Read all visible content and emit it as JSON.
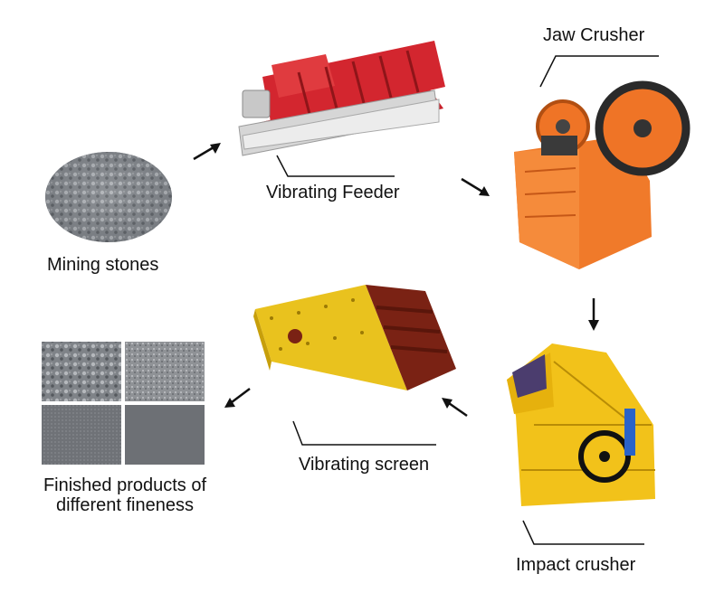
{
  "labels": {
    "mining_stones": "Mining stones",
    "vibrating_feeder": "Vibrating Feeder",
    "jaw_crusher": "Jaw Crusher",
    "impact_crusher": "Impact crusher",
    "vibrating_screen": "Vibrating screen",
    "finished_products": "Finished products of different fineness"
  },
  "flow": [
    "Mining stones",
    "Vibrating Feeder",
    "Jaw Crusher",
    "Impact crusher",
    "Vibrating screen",
    "Finished products of different fineness"
  ],
  "colors": {
    "feeder_red": "#c8202a",
    "jaw_orange": "#f07a2a",
    "impact_yellow": "#f2c21a",
    "screen_yellow": "#e9c21e",
    "stone_gray": "#8a8d92",
    "arrow": "#111111"
  }
}
